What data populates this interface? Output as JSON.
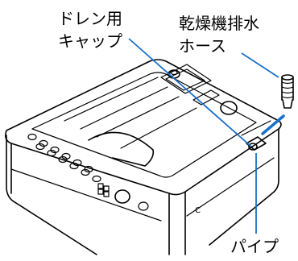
{
  "labels": {
    "drain_cap_line1": "ドレン用",
    "drain_cap_line2": "キャップ",
    "dryer_hose_line1": "乾燥機排水",
    "dryer_hose_line2": "ホース",
    "pipe": "パイプ",
    "body_mark": "C"
  },
  "colors": {
    "leader_line": "#1a6fc9",
    "outline": "#000000",
    "background": "#ffffff"
  }
}
